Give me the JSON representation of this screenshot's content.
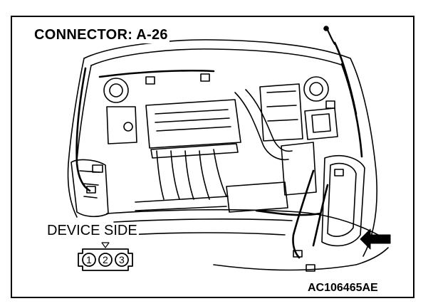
{
  "diagram": {
    "title": "CONNECTOR: A-26",
    "device_side_label": "DEVICE SIDE",
    "figure_code": "AC106465AE",
    "connector": {
      "pins": [
        "1",
        "2",
        "3"
      ],
      "key_marker": "top-center triangle"
    },
    "pointer": {
      "icon": "arrow-left-icon",
      "target": "connector location near right headlamp"
    }
  }
}
